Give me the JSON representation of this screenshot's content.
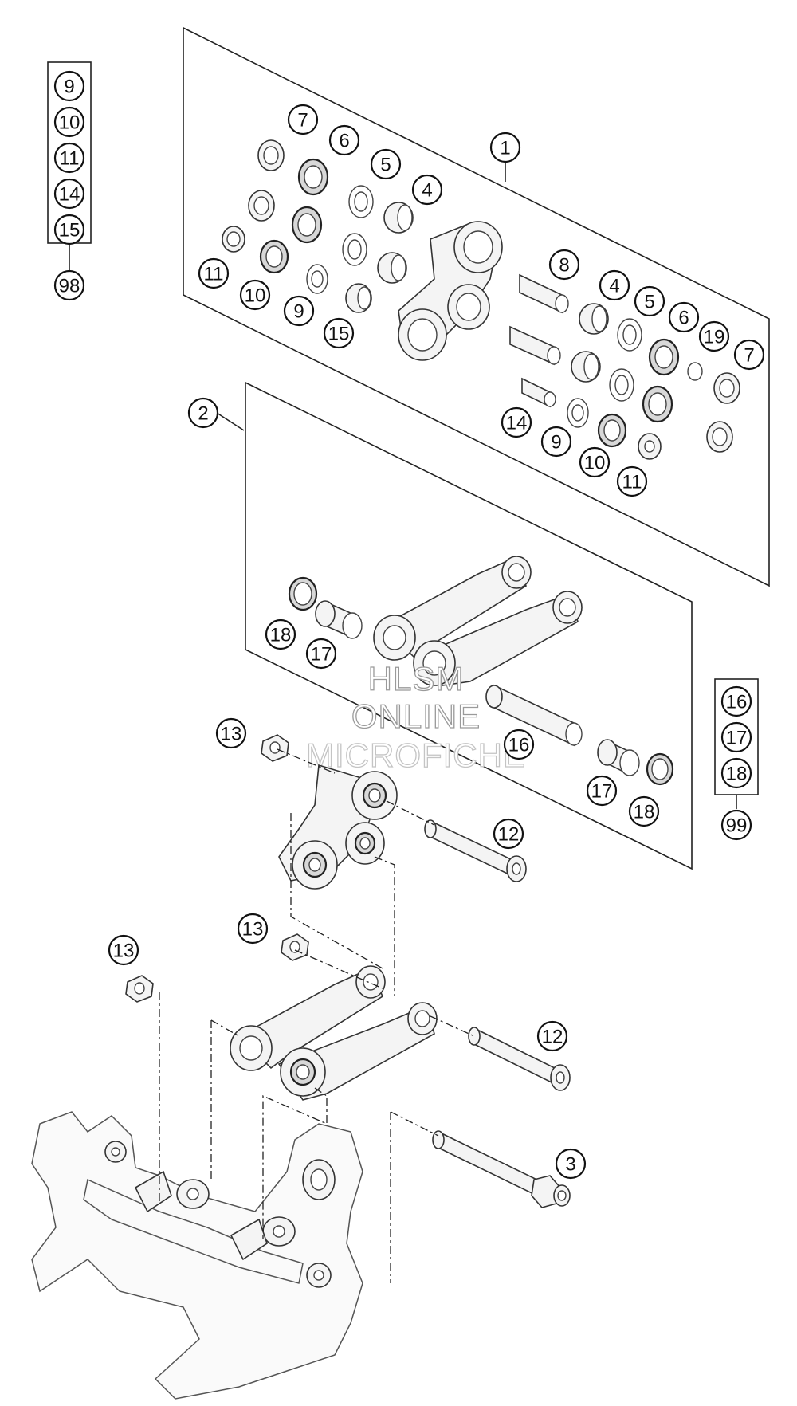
{
  "callouts": {
    "c1": "1",
    "c2": "2",
    "c3": "3",
    "c4a": "4",
    "c4b": "4",
    "c5a": "5",
    "c5b": "5",
    "c6a": "6",
    "c6b": "6",
    "c7a": "7",
    "c7b": "7",
    "c8": "8",
    "c9a": "9",
    "c9b": "9",
    "c10a": "10",
    "c10b": "10",
    "c11a": "11",
    "c11b": "11",
    "c12a": "12",
    "c12b": "12",
    "c13a": "13",
    "c13b": "13",
    "c13c": "13",
    "c14": "14",
    "c15": "15",
    "c16a": "16",
    "c17a": "17",
    "c17b": "17",
    "c18a": "18",
    "c18b": "18",
    "c19": "19"
  },
  "kit98": {
    "items": [
      "9",
      "10",
      "11",
      "14",
      "15"
    ],
    "label": "98"
  },
  "kit99": {
    "items": [
      "16",
      "17",
      "18"
    ],
    "label": "99"
  },
  "watermark": {
    "line1": "HLSM",
    "line2": "ONLINE",
    "line3": "MICROFICHE"
  }
}
